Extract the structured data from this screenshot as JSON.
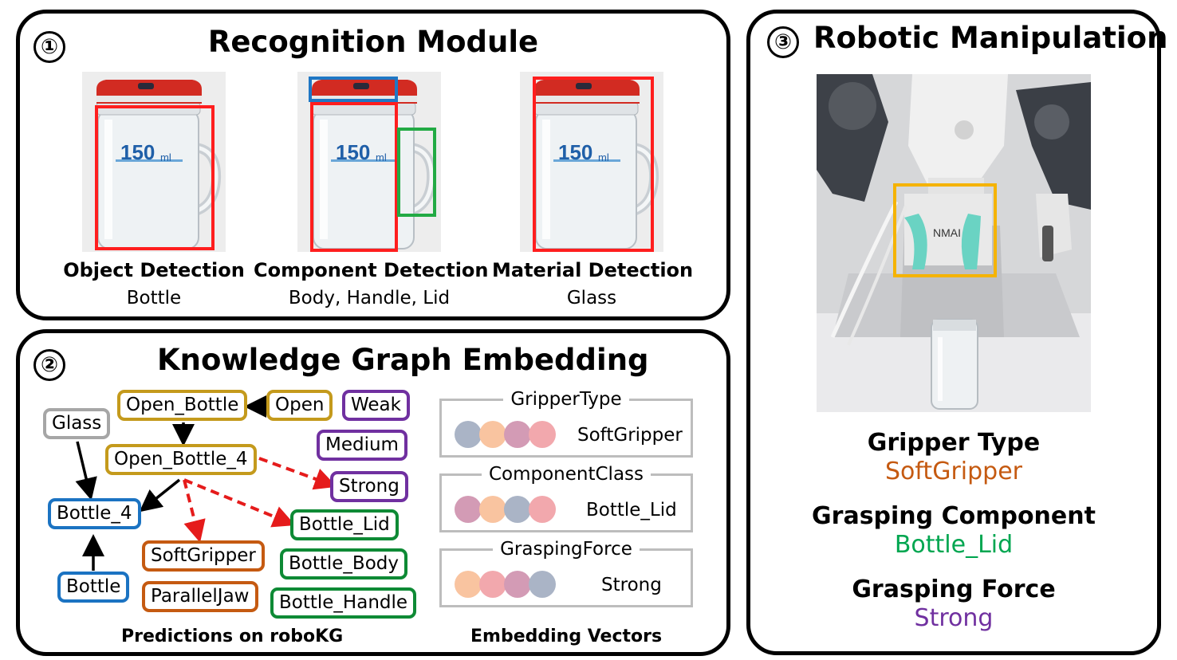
{
  "panel1": {
    "number": "①",
    "title": "Recognition Module",
    "items": [
      {
        "label": "Object Detection",
        "value": "Bottle"
      },
      {
        "label": "Component Detection",
        "value": "Body, Handle, Lid"
      },
      {
        "label": "Material Detection",
        "value": "Glass"
      }
    ],
    "jar_text": "150",
    "jar_unit": "ml"
  },
  "panel2": {
    "number": "②",
    "title": "Knowledge Graph Embedding",
    "nodes": {
      "glass": "Glass",
      "open_bottle": "Open_Bottle",
      "open": "Open",
      "weak": "Weak",
      "medium": "Medium",
      "open_bottle_4": "Open_Bottle_4",
      "strong": "Strong",
      "bottle_4": "Bottle_4",
      "bottle_lid": "Bottle_Lid",
      "softgripper": "SoftGripper",
      "bottle_body": "Bottle_Body",
      "bottle": "Bottle",
      "paralleljaw": "ParallelJaw",
      "bottle_handle": "Bottle_Handle"
    },
    "embeddings": [
      {
        "title": "GripperType",
        "value": "SoftGripper",
        "dots": [
          "#aab4c6",
          "#f9c4a0",
          "#d39bb5",
          "#f2a8ad"
        ]
      },
      {
        "title": "ComponentClass",
        "value": "Bottle_Lid",
        "dots": [
          "#d39bb5",
          "#f9c4a0",
          "#aab4c6",
          "#f2a8ad"
        ]
      },
      {
        "title": "GraspingForce",
        "value": "Strong",
        "dots": [
          "#f9c4a0",
          "#f2a8ad",
          "#d39bb5",
          "#aab4c6"
        ]
      }
    ],
    "footer_left": "Predictions on roboKG",
    "footer_right": "Embedding Vectors"
  },
  "panel3": {
    "number": "③",
    "title": "Robotic Manipulation",
    "gripper_sign": "NMAI",
    "results": [
      {
        "label": "Gripper Type",
        "value": "SoftGripper",
        "color": "#c55a11"
      },
      {
        "label": "Grasping Component",
        "value": "Bottle_Lid",
        "color": "#00a650"
      },
      {
        "label": "Grasping Force",
        "value": "Strong",
        "color": "#7030a0"
      }
    ]
  },
  "colors": {
    "object_box": "#ff1e1e",
    "lid_box": "#1f77c4",
    "handle_box": "#22aa44",
    "gripper_box": "#f5b300",
    "node_gold": "#c49a1c",
    "node_purple": "#7030a0",
    "node_green": "#0e8a35",
    "node_blue": "#1b73c2",
    "node_orange": "#c55a11",
    "node_gray": "#a6a6a6"
  }
}
